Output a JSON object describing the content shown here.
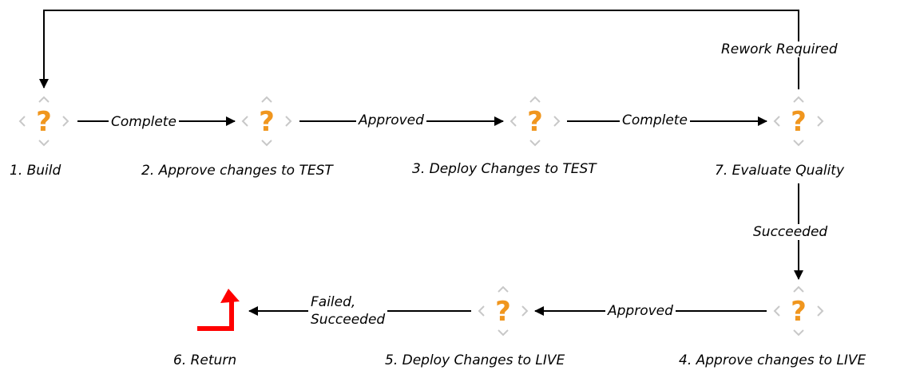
{
  "colors": {
    "question_mark": "#f0961e",
    "chevron": "#c8c8c8",
    "line": "#000000",
    "return_arrow": "#ff0000",
    "background": "#ffffff"
  },
  "nodes": {
    "build": {
      "label": "1. Build",
      "icon": "question-icon"
    },
    "approve_test": {
      "label": "2. Approve changes to TEST",
      "icon": "question-icon"
    },
    "deploy_test": {
      "label": "3. Deploy Changes to TEST",
      "icon": "question-icon"
    },
    "evaluate_quality": {
      "label": "7. Evaluate Quality",
      "icon": "question-icon"
    },
    "approve_live": {
      "label": "4. Approve changes to LIVE",
      "icon": "question-icon"
    },
    "deploy_live": {
      "label": "5. Deploy Changes to LIVE",
      "icon": "question-icon"
    },
    "return": {
      "label": "6. Return",
      "icon": "return-arrow-icon"
    }
  },
  "edges": {
    "build_to_approve_test": "Complete",
    "approve_test_to_deploy_test": "Approved",
    "deploy_test_to_evaluate": "Complete",
    "evaluate_to_build": "Rework Required",
    "evaluate_to_approve_live": "Succeeded",
    "approve_live_to_deploy_live": "Approved",
    "deploy_live_to_return_line1": "Failed,",
    "deploy_live_to_return_line2": "Succeeded"
  }
}
